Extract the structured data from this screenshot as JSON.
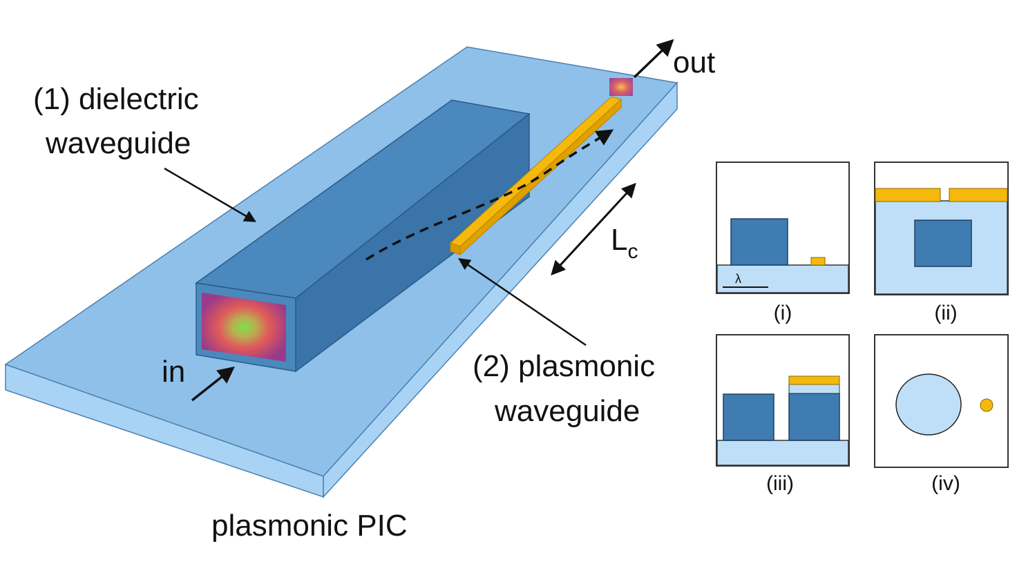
{
  "labels": {
    "dielectric_line1": "(1) dielectric",
    "dielectric_line2": "waveguide",
    "plasmonic_line1": "(2) plasmonic",
    "plasmonic_line2": "waveguide",
    "coupling_length_main": "L",
    "coupling_length_sub": "c",
    "input": "in",
    "output": "out",
    "chip": "plasmonic PIC"
  },
  "insets": [
    {
      "caption": "(i)",
      "scale_label": "λ"
    },
    {
      "caption": "(ii)"
    },
    {
      "caption": "(iii)"
    },
    {
      "caption": "(iv)"
    }
  ],
  "colors": {
    "substrate_top": "#8ec0ea",
    "substrate_side": "#a9d3f5",
    "dielectric": "#3f7cb2",
    "gold": "#f5b80c",
    "cladding": "#bfdff8"
  }
}
